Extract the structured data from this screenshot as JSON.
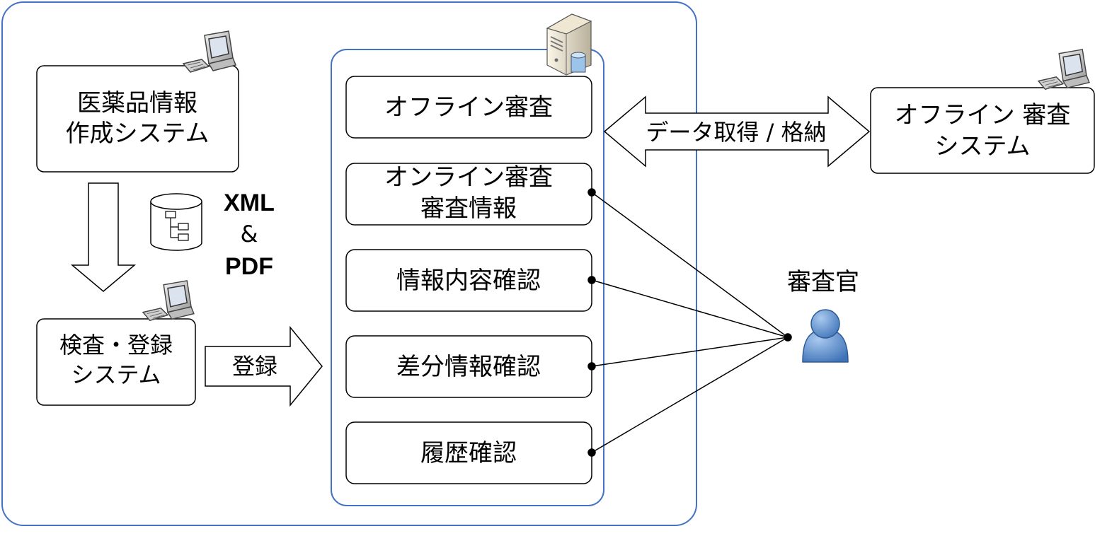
{
  "system_box": {
    "line1": "医薬品情報",
    "line2": "作成システム"
  },
  "format_label": {
    "line1": "XML",
    "line2": "&",
    "line3": "PDF"
  },
  "inspect_box": {
    "line1": "検査・登録",
    "line2": "システム"
  },
  "register_arrow": {
    "label": "登録"
  },
  "functions": {
    "offline_review": "オフライン審査",
    "online_review_line1": "オンライン審査",
    "online_review_line2": "審査情報",
    "content_check": "情報内容確認",
    "diff_check": "差分情報確認",
    "history_check": "履歴確認"
  },
  "data_arrow": {
    "label": "データ取得 / 格納"
  },
  "offline_system": {
    "line1": "オフライン 審査",
    "line2": "システム"
  },
  "reviewer": {
    "label": "審査官"
  },
  "icons": {
    "workstation": "computer-icon",
    "server": "server-icon",
    "database": "database-icon",
    "person": "person-icon"
  },
  "colors": {
    "container_border": "#4472c4",
    "person_fill": "#5b8fcf"
  }
}
